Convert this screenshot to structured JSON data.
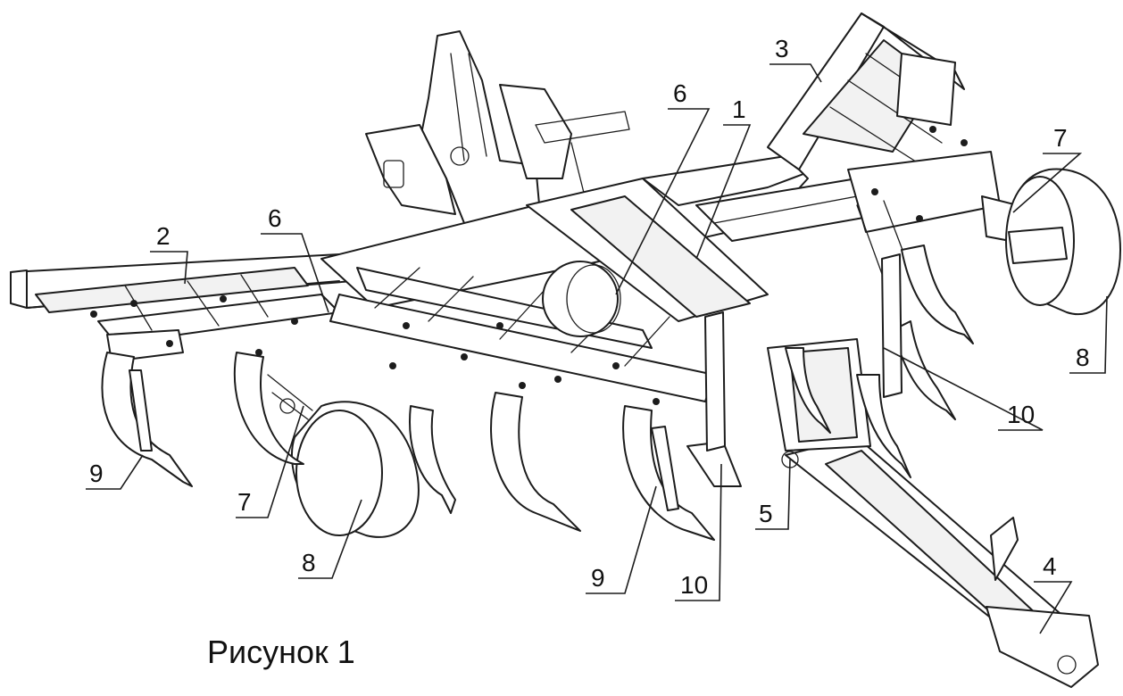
{
  "caption": "Рисунок 1",
  "callouts": [
    {
      "id": "c1",
      "label": "1"
    },
    {
      "id": "c2",
      "label": "2"
    },
    {
      "id": "c3",
      "label": "3"
    },
    {
      "id": "c4",
      "label": "4"
    },
    {
      "id": "c5",
      "label": "5"
    },
    {
      "id": "c6a",
      "label": "6"
    },
    {
      "id": "c6b",
      "label": "6"
    },
    {
      "id": "c7a",
      "label": "7"
    },
    {
      "id": "c7b",
      "label": "7"
    },
    {
      "id": "c8a",
      "label": "8"
    },
    {
      "id": "c8b",
      "label": "8"
    },
    {
      "id": "c9a",
      "label": "9"
    },
    {
      "id": "c9b",
      "label": "9"
    },
    {
      "id": "c10a",
      "label": "10"
    },
    {
      "id": "c10b",
      "label": "10"
    }
  ],
  "colors": {
    "ink": "#1c1c1c",
    "paper": "#ffffff"
  }
}
